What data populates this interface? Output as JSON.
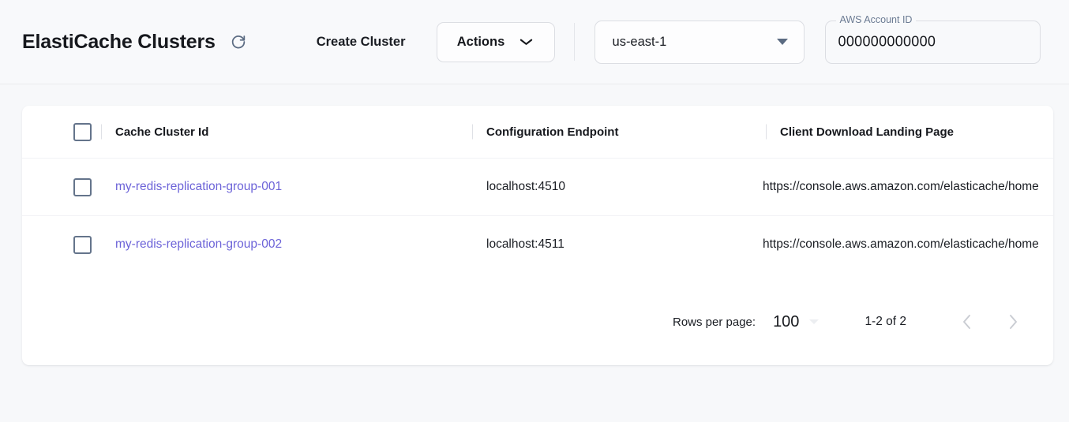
{
  "header": {
    "title": "ElastiCache Clusters",
    "refresh_icon": "refresh-icon",
    "create_cluster_label": "Create Cluster",
    "actions_label": "Actions",
    "actions_chevron_icon": "chevron-down-icon",
    "region": {
      "value": "us-east-1",
      "arrow_icon": "triangle-down-icon"
    },
    "account": {
      "label": "AWS Account ID",
      "value": "000000000000"
    }
  },
  "table": {
    "select_all_name": "select-all-checkbox",
    "columns": [
      {
        "key": "name",
        "label": "Cache Cluster Id"
      },
      {
        "key": "endpoint",
        "label": "Configuration Endpoint"
      },
      {
        "key": "landing",
        "label": "Client Download Landing Page"
      }
    ],
    "rows": [
      {
        "name": "my-redis-replication-group-001",
        "endpoint": "localhost:4510",
        "landing": "https://console.aws.amazon.com/elasticache/home"
      },
      {
        "name": "my-redis-replication-group-002",
        "endpoint": "localhost:4511",
        "landing": "https://console.aws.amazon.com/elasticache/home"
      }
    ]
  },
  "paginator": {
    "rows_per_page_label": "Rows per page:",
    "rows_per_page_value": "100",
    "range_label": "1-2 of 2",
    "prev_icon": "chevron-left-icon",
    "next_icon": "chevron-right-icon"
  },
  "colors": {
    "page_background": "#f7f8fa",
    "header_background": "#f8f9fb",
    "card_background": "#ffffff",
    "link": "#6c63d8",
    "text": "#16181d",
    "muted": "#6b7b93",
    "border": "#dcdee3",
    "checkbox_border": "#64748b"
  }
}
